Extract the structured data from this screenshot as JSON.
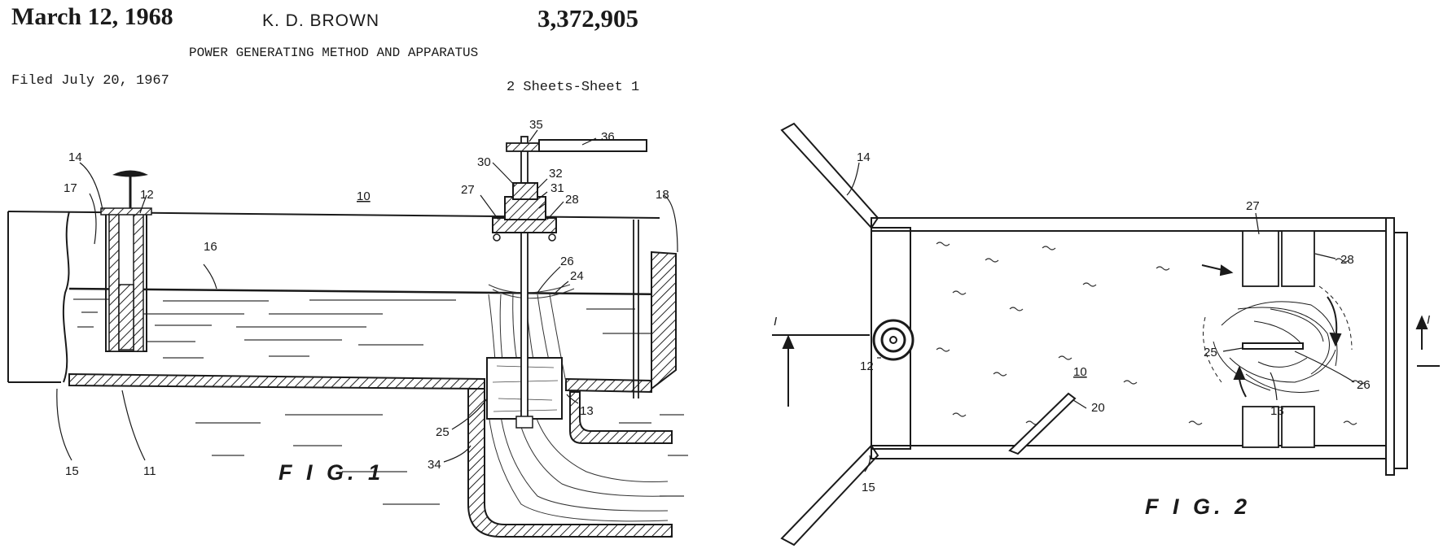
{
  "header": {
    "date": "March 12, 1968",
    "inventor": "K. D. BROWN",
    "patent_number": "3,372,905",
    "title": "POWER GENERATING METHOD AND APPARATUS",
    "filed": "Filed July 20, 1967",
    "sheets": "2 Sheets-Sheet 1"
  },
  "fig1": {
    "label": "F I G. 1",
    "refs": {
      "r10": "10",
      "r11": "11",
      "r12": "12",
      "r13": "13",
      "r14": "14",
      "r15": "15",
      "r16": "16",
      "r17": "17",
      "r18": "18",
      "r24": "24",
      "r25": "25",
      "r26": "26",
      "r27": "27",
      "r28": "28",
      "r30": "30",
      "r31": "31",
      "r32": "32",
      "r34": "34",
      "r35": "35",
      "r36": "36"
    }
  },
  "fig2": {
    "label": "F I G. 2",
    "section_mark": "I",
    "refs": {
      "r10": "10",
      "r12": "12",
      "r13": "13",
      "r14": "14",
      "r15": "15",
      "r20": "20",
      "r25": "25",
      "r26": "26",
      "r27": "27",
      "r28": "28"
    }
  }
}
